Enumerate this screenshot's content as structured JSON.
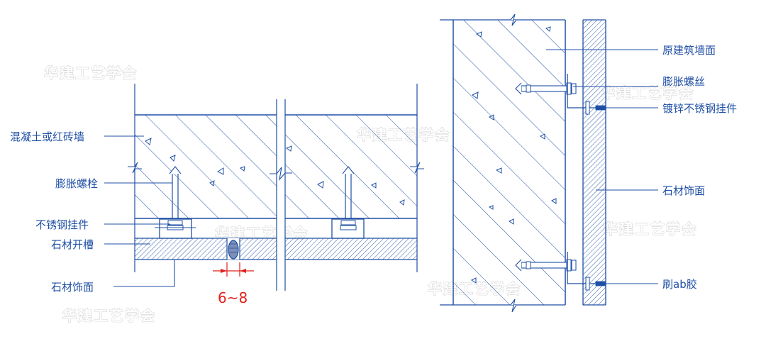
{
  "left_labels": {
    "wall": "混凝土或红砖墙",
    "bolt": "膨胀螺栓",
    "hanger": "不锈钢挂件",
    "groove": "石材开槽",
    "finish": "石材饰面"
  },
  "dimension": "6~8",
  "right_labels": {
    "base_wall": "原建筑墙面",
    "screw": "膨胀螺丝",
    "galv_hanger": "镀锌不锈钢挂件",
    "stone_finish": "石材饰面",
    "glue": "刷ab胶"
  },
  "watermark": "华建工艺学会",
  "colors": {
    "line": "#1f4fa5",
    "dimension": "#e0201c",
    "watermark_outline": "#d2d2d2"
  }
}
